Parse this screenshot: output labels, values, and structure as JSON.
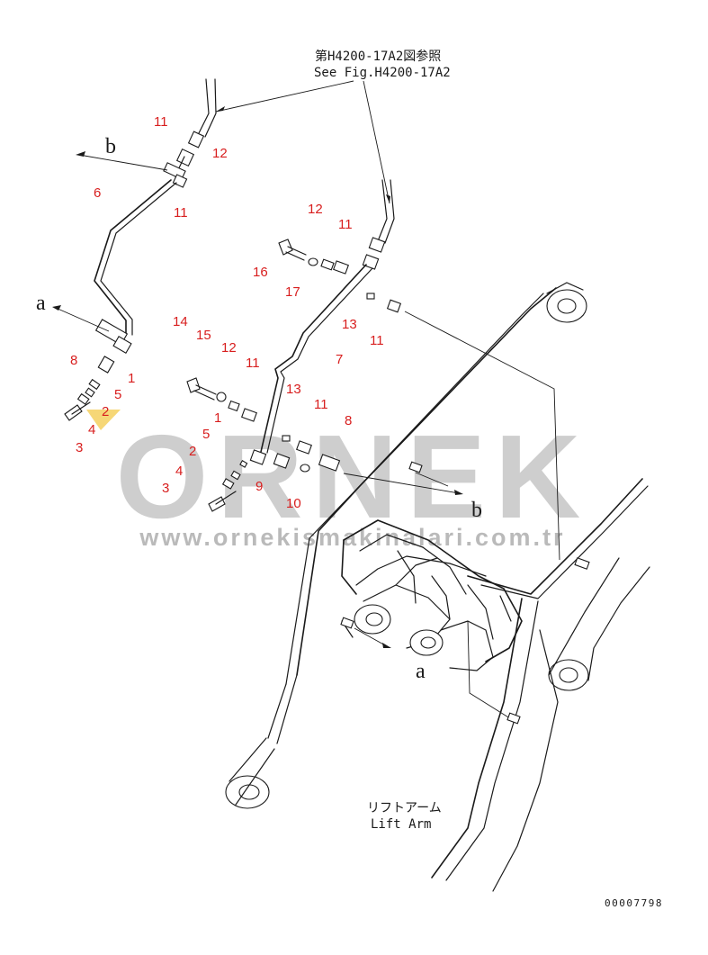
{
  "reference": {
    "jp": "第H4200-17A2図参照",
    "en": "See Fig.H4200-17A2"
  },
  "lift_arm": {
    "jp": "リフトアーム",
    "en": "Lift Arm"
  },
  "drawing_number": "00007798",
  "watermark": {
    "brand": "ORNEK",
    "url": "www.ornekismakinalari.com.tr"
  },
  "colors": {
    "label_red": "#d81e1e",
    "line": "#1a1a1a",
    "watermark_gray": "#bdbdbd"
  },
  "callouts": [
    {
      "id": "c-11a",
      "text": "11"
    },
    {
      "id": "c-12a",
      "text": "12"
    },
    {
      "id": "c-11b",
      "text": "11"
    },
    {
      "id": "c-6",
      "text": "6"
    },
    {
      "id": "c-8a",
      "text": "8"
    },
    {
      "id": "c-1a",
      "text": "1"
    },
    {
      "id": "c-5a",
      "text": "5"
    },
    {
      "id": "c-2a",
      "text": "2"
    },
    {
      "id": "c-4a",
      "text": "4"
    },
    {
      "id": "c-3a",
      "text": "3"
    },
    {
      "id": "c-12b",
      "text": "12"
    },
    {
      "id": "c-11c",
      "text": "11"
    },
    {
      "id": "c-16",
      "text": "16"
    },
    {
      "id": "c-17",
      "text": "17"
    },
    {
      "id": "c-13a",
      "text": "13"
    },
    {
      "id": "c-11d",
      "text": "11"
    },
    {
      "id": "c-7",
      "text": "7"
    },
    {
      "id": "c-14",
      "text": "14"
    },
    {
      "id": "c-15",
      "text": "15"
    },
    {
      "id": "c-12c",
      "text": "12"
    },
    {
      "id": "c-11e",
      "text": "11"
    },
    {
      "id": "c-13b",
      "text": "13"
    },
    {
      "id": "c-11f",
      "text": "11"
    },
    {
      "id": "c-8b",
      "text": "8"
    },
    {
      "id": "c-1b",
      "text": "1"
    },
    {
      "id": "c-5b",
      "text": "5"
    },
    {
      "id": "c-2b",
      "text": "2"
    },
    {
      "id": "c-4b",
      "text": "4"
    },
    {
      "id": "c-3b",
      "text": "3"
    },
    {
      "id": "c-9",
      "text": "9"
    },
    {
      "id": "c-10",
      "text": "10"
    }
  ],
  "view_letters": [
    {
      "id": "v-b1",
      "text": "b"
    },
    {
      "id": "v-a1",
      "text": "a"
    },
    {
      "id": "v-b2",
      "text": "b"
    },
    {
      "id": "v-a2",
      "text": "a"
    }
  ]
}
